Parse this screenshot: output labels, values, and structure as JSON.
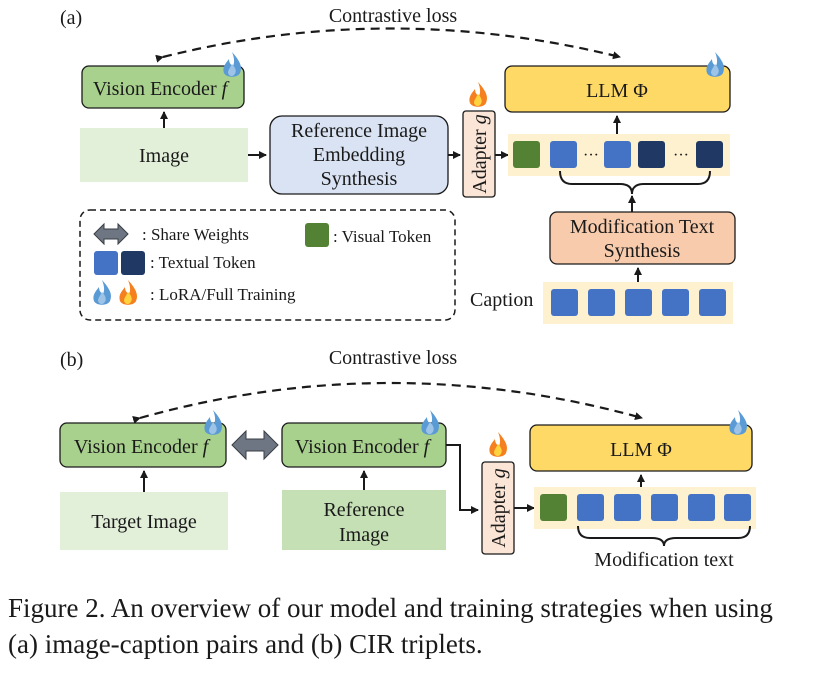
{
  "a": {
    "label": "(a)",
    "contrastive": "Contrastive loss",
    "vision_encoder": "Vision Encoder ",
    "vision_f": "f",
    "llm": "LLM Φ",
    "image": "Image",
    "ref_line1": "Reference Image",
    "ref_line2": "Embedding",
    "ref_line3": "Synthesis",
    "adapter": "Adapter ",
    "adapter_g": "g",
    "mod_line1": "Modification Text",
    "mod_line2": "Synthesis",
    "caption": "Caption",
    "dots": "···"
  },
  "legend": {
    "share": ": Share Weights",
    "visual": ": Visual Token",
    "textual": ": Textual Token",
    "training": ": LoRA/Full Training"
  },
  "b": {
    "label": "(b)",
    "contrastive": "Contrastive loss",
    "vision_encoder": "Vision Encoder ",
    "vision_f": "f",
    "llm": "LLM Φ",
    "target_image": "Target Image",
    "ref_line1": "Reference",
    "ref_line2": "Image",
    "adapter": "Adapter ",
    "adapter_g": "g",
    "mod_text": "Modification text"
  },
  "caption": {
    "text": "Figure 2. An overview of our model and training strategies when using (a) image-caption pairs and (b) CIR triplets."
  },
  "colors": {
    "green_box": "#a9d18e",
    "light_green": "#e2efd9",
    "mid_green": "#c5e0b4",
    "blue_box": "#dae3f3",
    "yellow": "#ffd966",
    "token_bg": "#fdf1cf",
    "peach": "#f8cbad",
    "adapter": "#fbe5d6",
    "visual_token": "#548235",
    "text_token": "#4472c4",
    "dark_token": "#203864",
    "flame_blue": "#5b9bd5",
    "flame_orange": "#f4801f"
  },
  "icons": [
    "fire-icon",
    "lora-flame-icon",
    "share-weights-arrow-icon"
  ]
}
